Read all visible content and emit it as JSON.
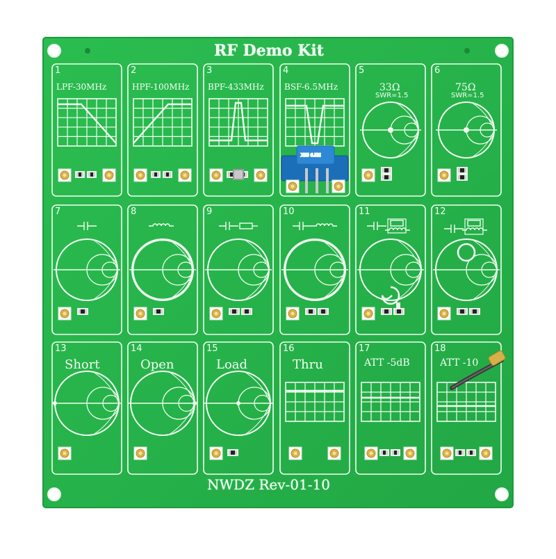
{
  "board": {
    "title": "RF Demo Kit",
    "footer": "NWDZ Rev-01-10",
    "pcb_color": "#27b24a",
    "silkscreen_color": "#f2fff2"
  },
  "cells": [
    {
      "num": "1",
      "label": "LPF-30MHz",
      "sub": "",
      "icon": "lowpass-plot-icon"
    },
    {
      "num": "2",
      "label": "HPF-100MHz",
      "sub": "",
      "icon": "highpass-plot-icon"
    },
    {
      "num": "3",
      "label": "BPF-433MHz",
      "sub": "",
      "icon": "bandpass-plot-icon"
    },
    {
      "num": "4",
      "label": "BSF-6.5MHz",
      "sub": "",
      "icon": "bandstop-plot-icon"
    },
    {
      "num": "5",
      "label": "33Ω",
      "sub": "SWR=1.5",
      "icon": "smith-chart-icon"
    },
    {
      "num": "6",
      "label": "75Ω",
      "sub": "SWR=1.5",
      "icon": "smith-chart-icon"
    },
    {
      "num": "7",
      "label": "",
      "sub": "",
      "icon": "capacitor-smith-icon"
    },
    {
      "num": "8",
      "label": "",
      "sub": "",
      "icon": "inductor-smith-icon"
    },
    {
      "num": "9",
      "label": "",
      "sub": "",
      "icon": "cap-resistor-smith-icon"
    },
    {
      "num": "10",
      "label": "",
      "sub": "",
      "icon": "cap-inductor-smith-icon"
    },
    {
      "num": "11",
      "label": "",
      "sub": "",
      "icon": "rlc-loop-smith-icon"
    },
    {
      "num": "12",
      "label": "",
      "sub": "",
      "icon": "rlc-circle-smith-icon"
    },
    {
      "num": "13",
      "label": "Short",
      "sub": "",
      "icon": "short-smith-icon"
    },
    {
      "num": "14",
      "label": "Open",
      "sub": "",
      "icon": "open-smith-icon"
    },
    {
      "num": "15",
      "label": "Load",
      "sub": "",
      "icon": "load-smith-icon"
    },
    {
      "num": "16",
      "label": "Thru",
      "sub": "",
      "icon": "thru-grid-icon"
    },
    {
      "num": "17",
      "label": "ATT -5dB",
      "sub": "",
      "icon": "attenuator-grid-icon"
    },
    {
      "num": "18",
      "label": "ATT -10",
      "sub": "",
      "icon": "attenuator-grid-icon"
    }
  ],
  "filter_chip_text": "X65 6.5M"
}
